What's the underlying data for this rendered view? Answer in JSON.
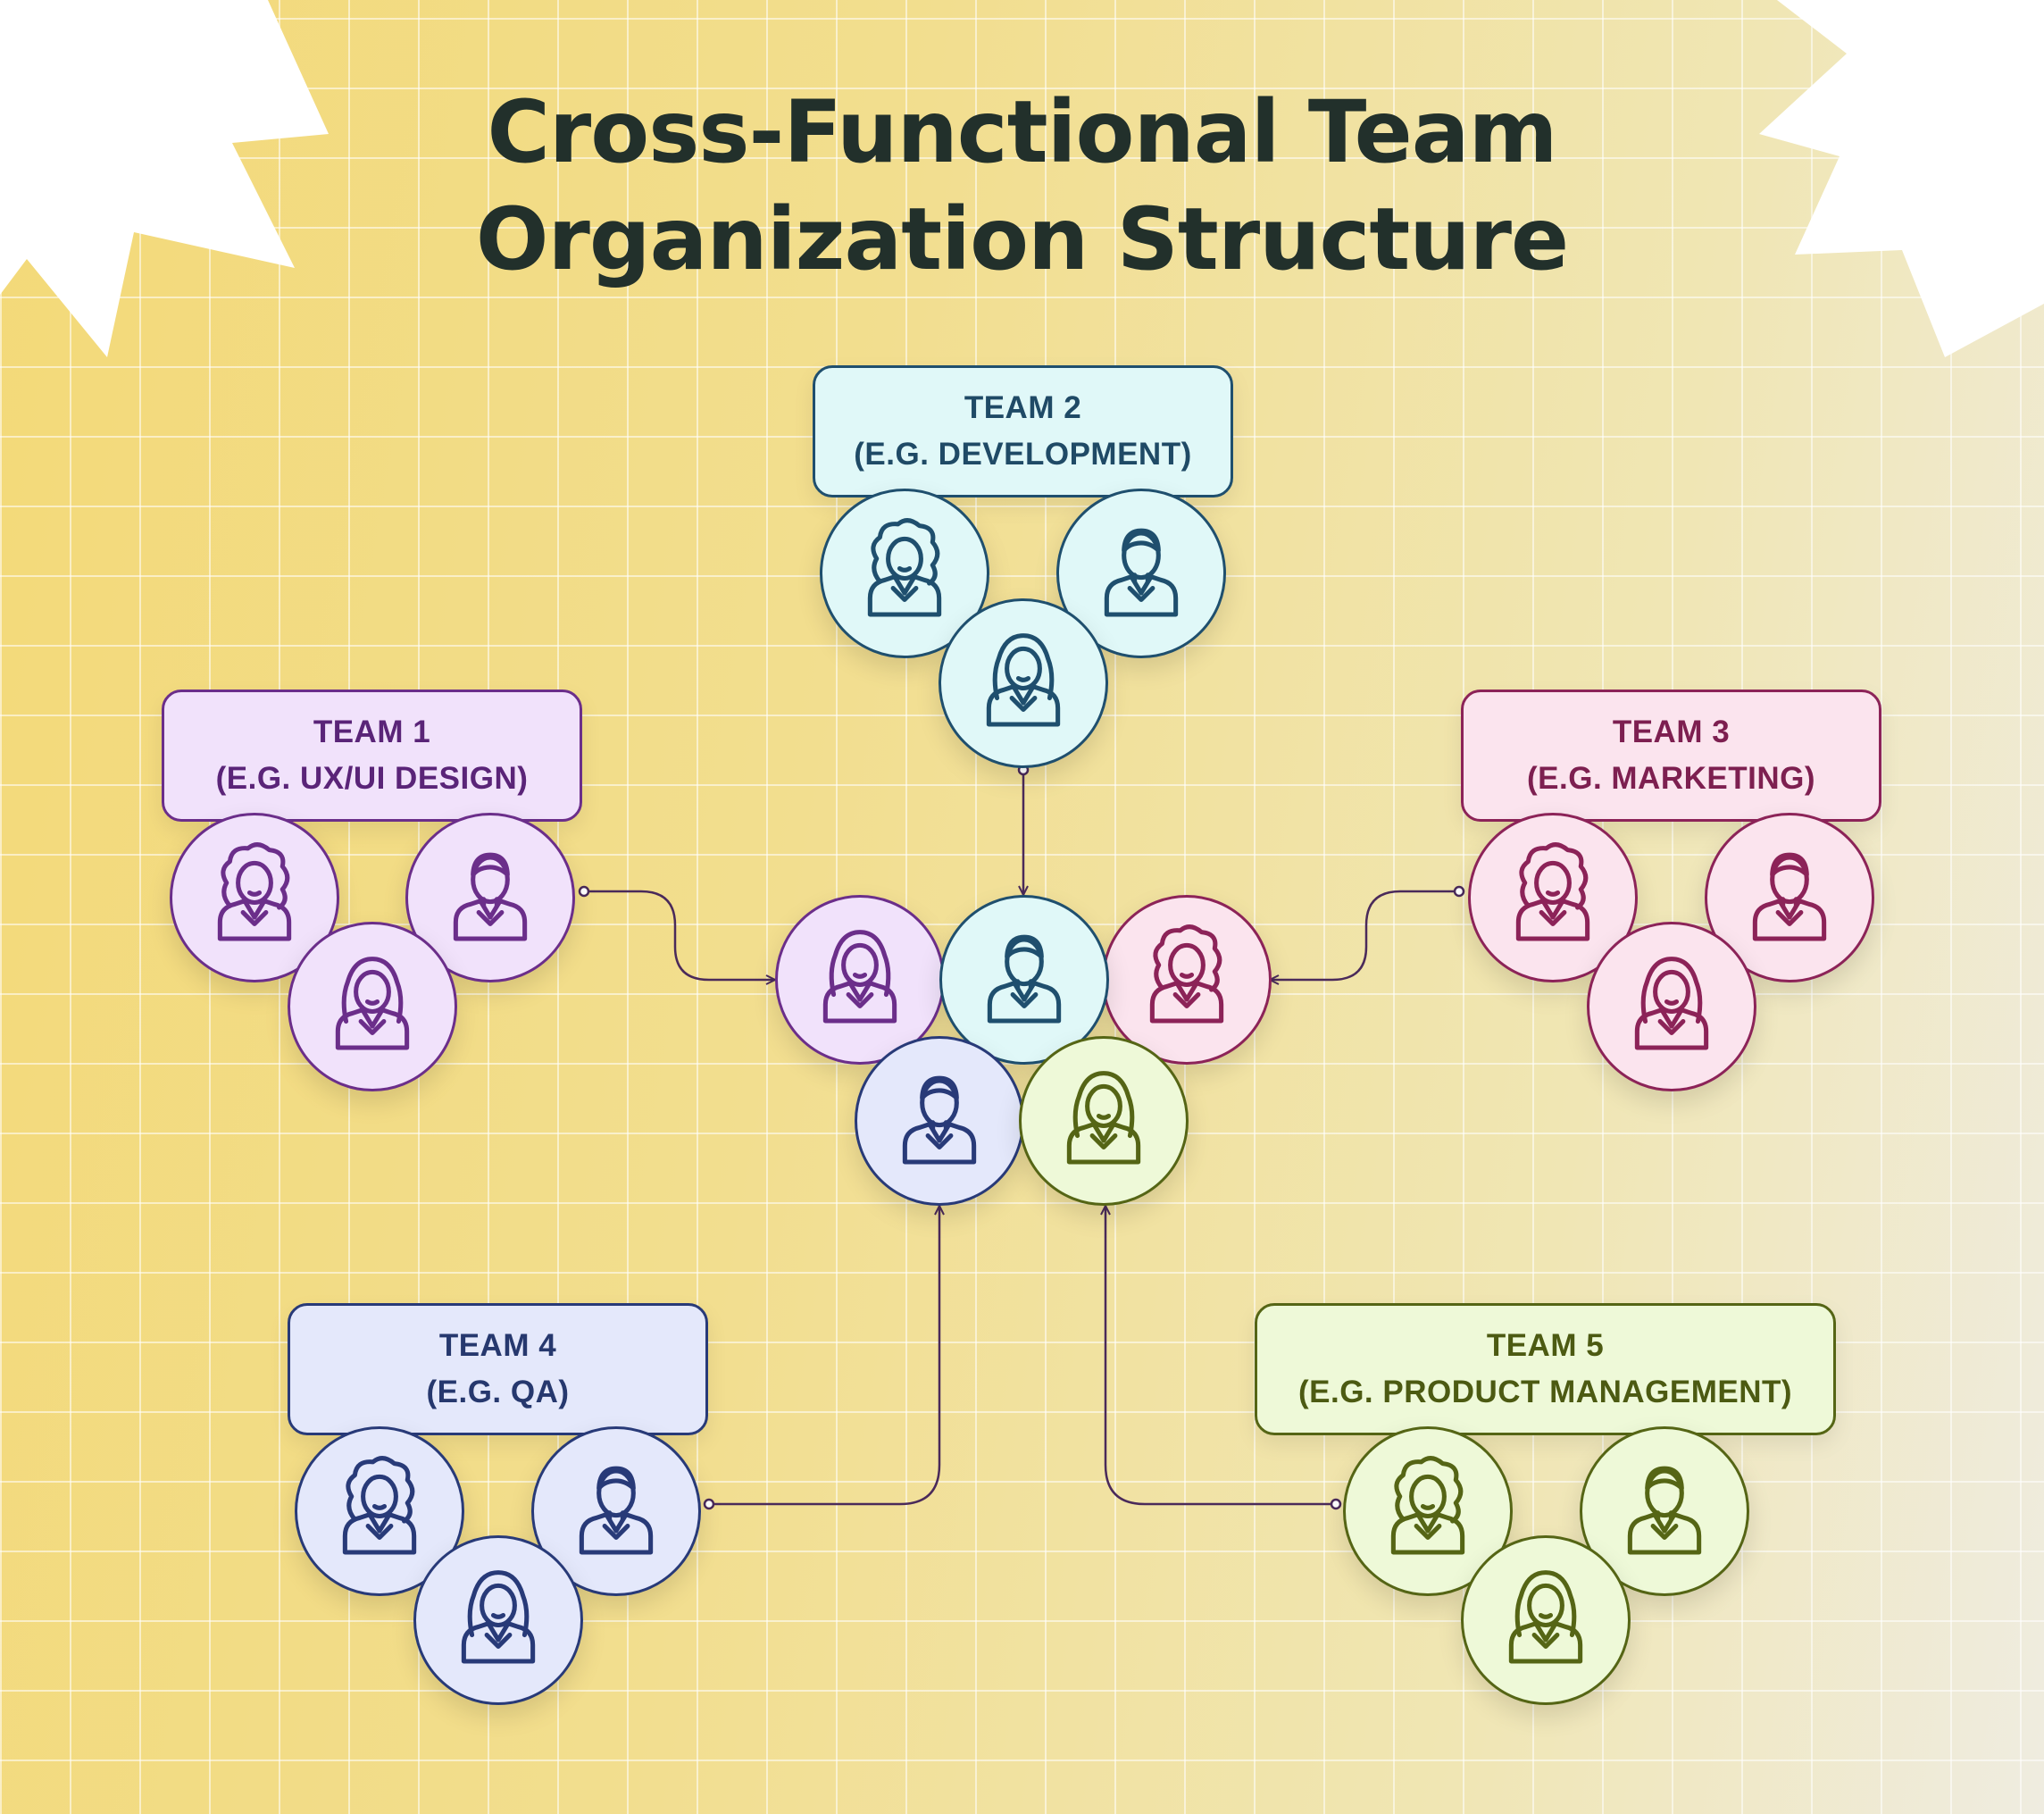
{
  "title": {
    "line1": "Cross-Functional Team",
    "line2": "Organization Structure"
  },
  "teams": [
    {
      "name": "TEAM 1",
      "example": "(E.G. UX/UI DESIGN)"
    },
    {
      "name": "TEAM 2",
      "example": "(E.G. DEVELOPMENT)"
    },
    {
      "name": "TEAM 3",
      "example": "(E.G. MARKETING)"
    },
    {
      "name": "TEAM 4",
      "example": "(E.G. QA)"
    },
    {
      "name": "TEAM 5",
      "example": "(E.G. PRODUCT MANAGEMENT)"
    }
  ],
  "colors": {
    "team1": {
      "fill": "#f1e2fb",
      "stroke": "#6b2e8a",
      "text": "#5a2478"
    },
    "team2": {
      "fill": "#e0f8f8",
      "stroke": "#1f4f6e",
      "text": "#1f4a66"
    },
    "team3": {
      "fill": "#fbe4ee",
      "stroke": "#8c2358",
      "text": "#7d1f50"
    },
    "team4": {
      "fill": "#e4e8fb",
      "stroke": "#283a78",
      "text": "#26386e"
    },
    "team5": {
      "fill": "#eef9d8",
      "stroke": "#556515",
      "text": "#4c5a12"
    },
    "connector": "#4a2a5a"
  },
  "icons": {
    "team_members": [
      "woman-curly-hair-icon",
      "man-icon",
      "woman-long-hair-icon"
    ],
    "center_members": [
      "woman-long-hair-icon",
      "woman-curly-hair-icon",
      "man-icon",
      "man-icon",
      "woman-long-hair-icon"
    ]
  }
}
